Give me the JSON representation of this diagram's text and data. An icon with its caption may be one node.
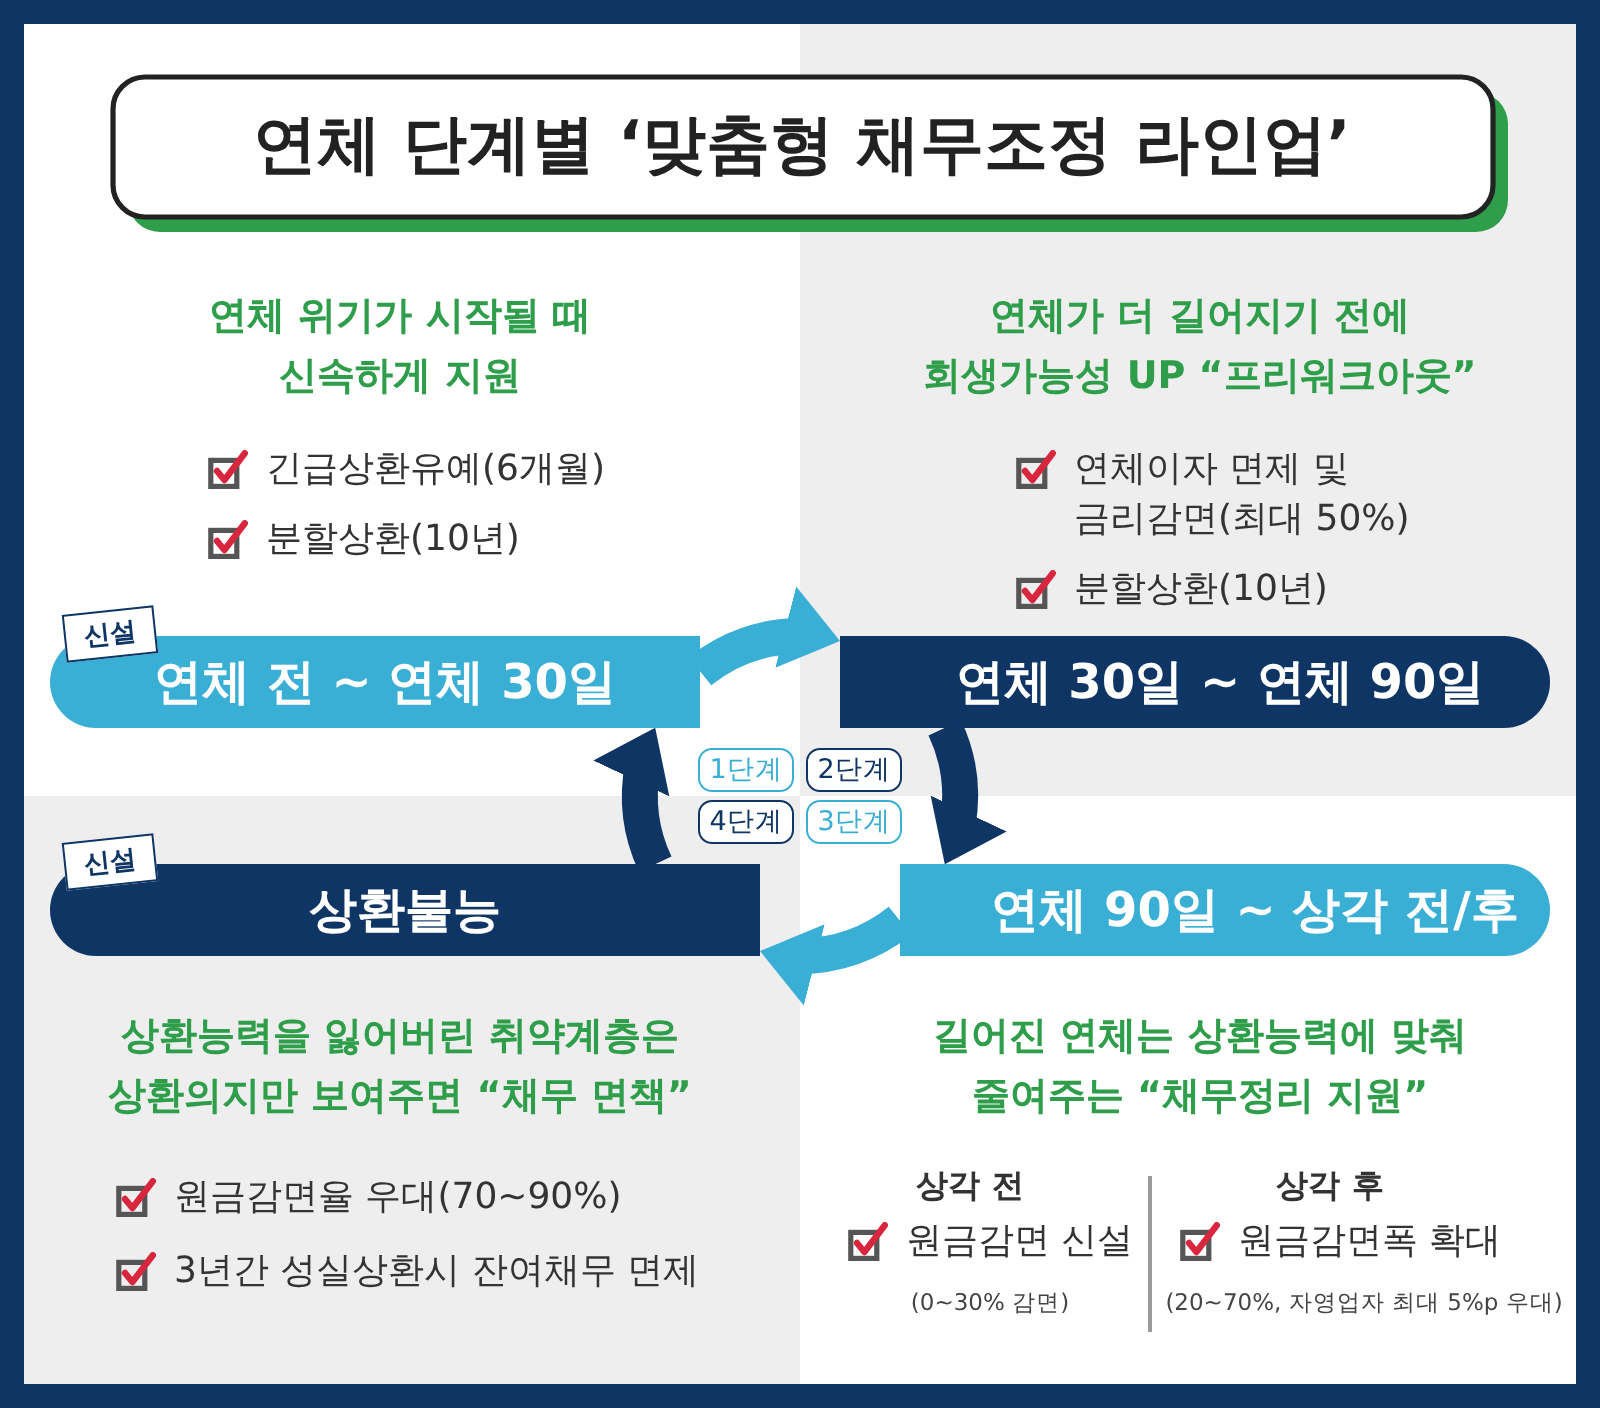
{
  "diagram": {
    "title": "연체 단계별 ‘맞춤형 채무조정 라인업’",
    "nodes": [
      {
        "text": [
          "연체 위기가 시작될 때 신속하게 지원",
          "긴급상환유예(6개월)",
          "분할상환(10년)"
        ]
      },
      {
        "text": [
          "신설"
        ],
        "in": 0
      },
      {
        "text": [
          "연체 전 ~ 연체 30일"
        ],
        "in": 0
      },
      {
        "text": [
          "1단계"
        ],
        "in": 0
      },
      {
        "text": [
          "연체가 더 길어지기 전에 회생가능성 UP “프리워크아웃”",
          "연체이자 면제 및 금리감면(최대 50%)",
          "분할상환(10년)"
        ]
      },
      {
        "text": [
          "연체 30일 ~ 연체 90일"
        ],
        "in": 4
      },
      {
        "text": [
          "2단계"
        ],
        "in": 4
      },
      {
        "text": [
          "상환능력을 잃어버린 취약계층은 상환의지만 보여주면 “채무 면책”",
          "원금감면율 우대(70~90%)",
          "3년간 성실상환시 잔여채무 면제"
        ]
      },
      {
        "text": [
          "신설"
        ],
        "in": 7
      },
      {
        "text": [
          "상환불능"
        ],
        "in": 7
      },
      {
        "text": [
          "4단계"
        ],
        "in": 7
      },
      {
        "text": [
          "길어진 연체는 상환능력에 맞춰 줄여주는 “채무정리 지원”",
          "상각 전",
          "원금감면 신설",
          "(0~30% 감면)",
          "상각 후",
          "원금감면폭 확대",
          "(20~70%, 자영업자 최대 5%p 우대)"
        ]
      },
      {
        "text": [
          "연체 90일 ~ 상각 전/후"
        ],
        "in": 11
      },
      {
        "text": [
          "3단계"
        ],
        "in": 11
      }
    ],
    "edges": [
      {
        "from": 2,
        "to": 5,
        "arrow": "to",
        "color": "#3aafd5"
      },
      {
        "from": 5,
        "to": 12,
        "arrow": "to",
        "color": "#0e3564"
      },
      {
        "from": 12,
        "to": 9,
        "arrow": "to",
        "color": "#3aafd5"
      },
      {
        "from": 9,
        "to": 2,
        "arrow": "to",
        "color": "#0e3564"
      }
    ]
  }
}
